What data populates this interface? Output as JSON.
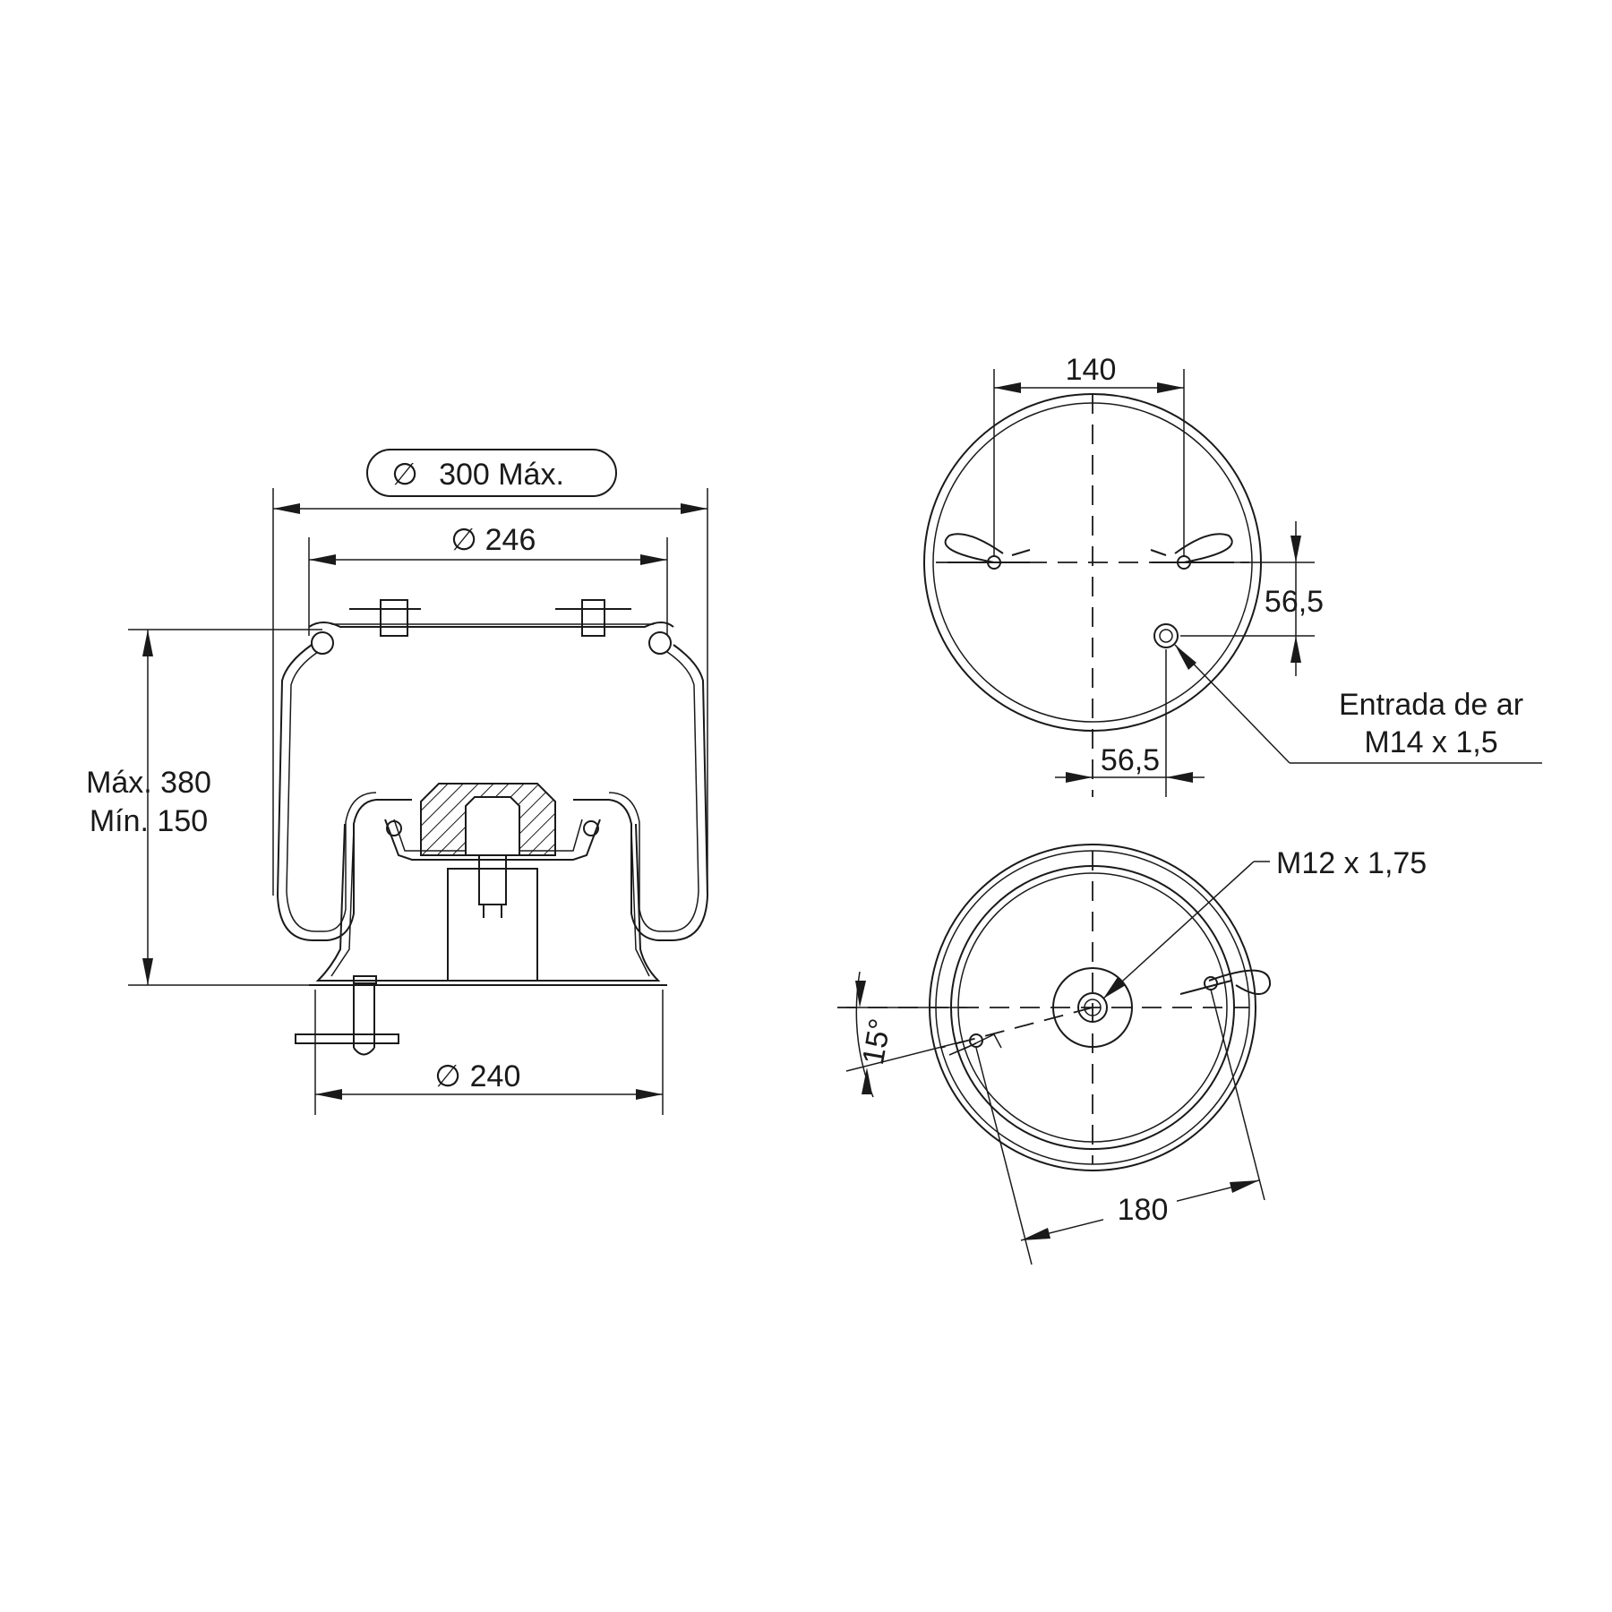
{
  "dimensions": {
    "overall_diameter": "300 Máx.",
    "top_plate_diameter": "246",
    "base_diameter": "240",
    "height_max": "Máx. 380",
    "height_min": "Mín. 150",
    "top_bolt_spacing": "140",
    "air_inlet_offset_vertical": "56,5",
    "air_inlet_offset_horizontal": "56,5",
    "bottom_bolt_spacing": "180",
    "bottom_angle": "15°"
  },
  "symbols": {
    "diameter": "∅"
  },
  "callouts": {
    "air_inlet_line1": "Entrada de ar",
    "air_inlet_line2": "M14 x 1,5",
    "bottom_thread": "M12 x 1,75"
  }
}
